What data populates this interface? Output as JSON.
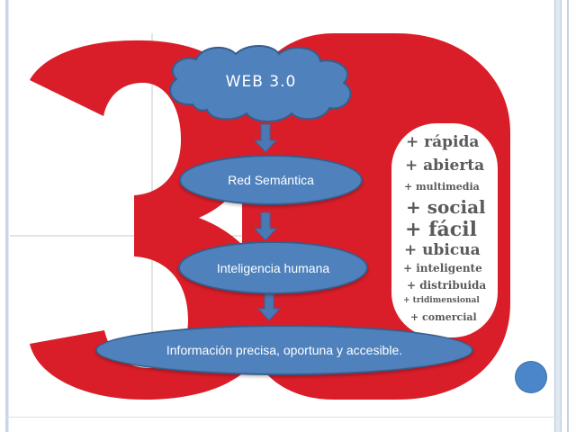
{
  "diagram": {
    "top_node": "WEB 3.0",
    "nodes": [
      "Red Semántica",
      "Inteligencia humana",
      "Información precisa, oportuna y accesible."
    ]
  },
  "poster": {
    "digits": "30",
    "brand_red": "#d91e2a",
    "words": [
      "+ rápida",
      "+ abierta",
      "+ multimedia",
      "+ social",
      "+ fácil",
      "+ ubicua",
      "+ inteligente",
      "+ distribuida",
      "+ tridimensional",
      "+ comercial"
    ]
  },
  "colors": {
    "node_fill": "#4f81bd",
    "node_border": "#385d8a",
    "arrow": "#4a78b5",
    "accent_dot": "#4a86c9"
  }
}
